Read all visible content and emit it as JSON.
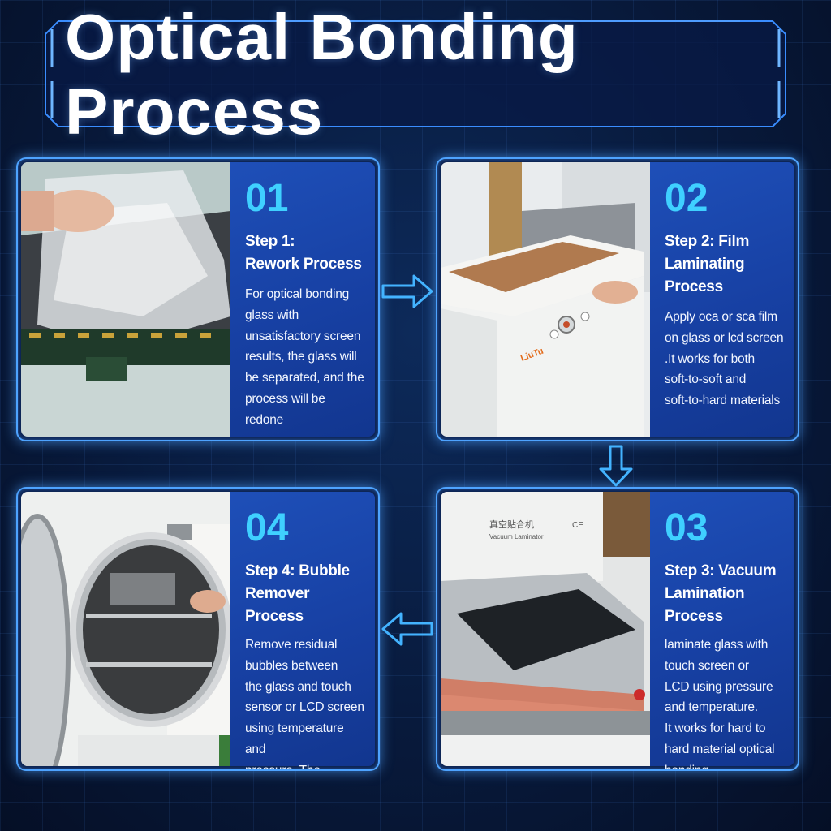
{
  "header": {
    "title": "Optical Bonding Process"
  },
  "colors": {
    "accent": "#3fd0ff",
    "panel": "#1e4fb8",
    "glow": "#4ea3ff",
    "background": "#081a3c"
  },
  "steps": [
    {
      "number": "01",
      "title": "Step 1:\nRework Process",
      "description": "For optical bonding\nglass with\nunsatisfactory screen\nresults, the glass will\nbe separated, and the\nprocess will be redone"
    },
    {
      "number": "02",
      "title": "Step 2: Film\nLaminating Process",
      "description": "Apply oca or sca film\non glass or lcd screen\n.It works for both\nsoft-to-soft and\nsoft-to-hard materials"
    },
    {
      "number": "03",
      "title": "Step 3: Vacuum\nLamination Process",
      "description": "laminate glass with\ntouch screen or\nLCD using pressure\nand temperature.\nIt works for hard to\nhard material optical\nbonding"
    },
    {
      "number": "04",
      "title": "Step 4: Bubble\nRemover Process",
      "description": "Remove residual\nbubbles between\nthe glass and touch\nsensor or LCD screen\nusing temperature and\npressure. The chamber\ncan hold multiple\npieces at once"
    }
  ],
  "photo_labels": {
    "step2_logo": "LiuTu",
    "step3_sign_cn": "真空贴合机",
    "step3_sign_en": "Vacuum Laminator",
    "step3_ce": "CE"
  },
  "icons": [
    "arrow-right-icon",
    "arrow-down-icon",
    "arrow-left-icon"
  ]
}
